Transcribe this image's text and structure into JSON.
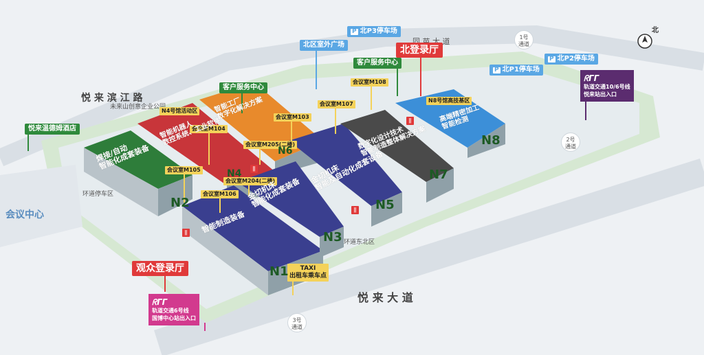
{
  "roads": {
    "north_top": "同 苗 大 道",
    "north_left": "悦 来 滨 江 路",
    "east": "悦 来 大 道",
    "weilai": "未来山创意企业公园",
    "ring_north": "环道停车区",
    "ring_south": "环道东北区"
  },
  "places": {
    "conference_center": "会议中心",
    "hotel": "悦来温德姆酒店"
  },
  "parking": {
    "p3": "北P3停车场",
    "p2": "北P2停车场",
    "p1": "北P1停车场",
    "outdoor": "北区室外广场",
    "p_mark": "P"
  },
  "service": {
    "north": "客户服务中心",
    "west": "客户服务中心"
  },
  "registration": {
    "north": "北登录厅",
    "visitor": "观众登录厅"
  },
  "metro": {
    "east_line1": "轨道交通10/6号线",
    "east_line2": "悦来站出入口",
    "south_line1": "轨道交通6号线",
    "south_line2": "国博中心站出入口"
  },
  "gates": {
    "g1_line1": "1号",
    "g1_line2": "通道",
    "g2_line1": "2号",
    "g2_line2": "通道",
    "g3_line1": "3号",
    "g3_line2": "通道"
  },
  "taxi": {
    "line1": "TAXI",
    "line2": "出租车乘车点"
  },
  "compass": "北",
  "meeting_rooms": {
    "m108": "会议室M108",
    "m107": "会议室M107",
    "m103": "会议室M103",
    "m104": "会议室M104",
    "m105": "会议室M105",
    "m106": "会议室M106",
    "m205": "会议室M205(二楼)",
    "m204": "会议室M204(二楼)",
    "n4": "N4号馆活动区",
    "n8": "N8号馆高技基区"
  },
  "halls": {
    "n1": {
      "num": "N1",
      "line1": "智能制造装备"
    },
    "n2": {
      "num": "N2",
      "line1": "焊接/自动",
      "line2": "智能化成套装备"
    },
    "n3": {
      "num": "N3",
      "line1": "金切机床",
      "line2": "智能化成套装备"
    },
    "n4": {
      "num": "N4",
      "line1": "智能机器人",
      "line2": "数控系统、工业软件"
    },
    "n5": {
      "num": "N5",
      "line1": "金切机床",
      "line2": "智能及自动化成套设备"
    },
    "n6": {
      "num": "N6",
      "line1": "智能工厂",
      "line2": "数字化解决方案"
    },
    "n7": {
      "num": "N7",
      "line1": "数字化设计技术",
      "line2": "智能制造整体解决方案"
    },
    "n8": {
      "num": "N8",
      "line1": "高端精密加工",
      "line2": "智能检测"
    }
  },
  "colors": {
    "green": "#2e7d3a",
    "red": "#c8353a",
    "orange": "#e88a2c",
    "navy": "#3a3f8f",
    "darkgray": "#4a4a4a",
    "blue": "#3c8fd8"
  }
}
